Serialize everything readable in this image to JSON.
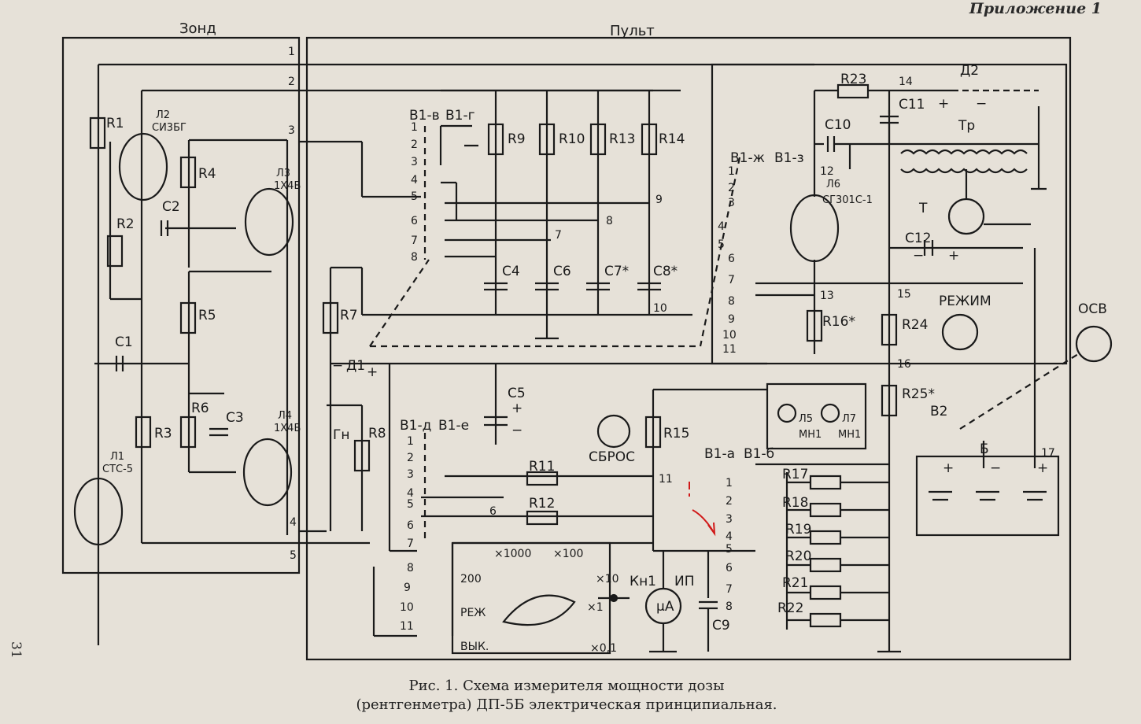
{
  "header": {
    "appendix": "Приложение 1",
    "page_number": "31"
  },
  "sections": {
    "probe": "Зонд",
    "console": "Пульт"
  },
  "caption": {
    "line1": "Рис. 1. Схема измерителя мощности дозы",
    "line2": "(рентгенметра) ДП-5Б электрическая принципиальная."
  },
  "tubes": {
    "l1": [
      "Л1",
      "СТС-5"
    ],
    "l2": [
      "Л2",
      "СИ3БГ"
    ],
    "l3": [
      "Л3",
      "1Х4Б"
    ],
    "l4": [
      "Л4",
      "1Х4Б"
    ],
    "l6": [
      "Л6",
      "СГ301С-1"
    ],
    "l5": [
      "Л5",
      "МН1"
    ],
    "l7": [
      "Л7",
      "МН1"
    ]
  },
  "resistors": [
    "R1",
    "R2",
    "R3",
    "R4",
    "R5",
    "R6",
    "R7",
    "R8",
    "R9",
    "R10",
    "R13",
    "R14",
    "R11",
    "R12",
    "R15",
    "R16*",
    "R17",
    "R18",
    "R19",
    "R20",
    "R21",
    "R22",
    "R23",
    "R24",
    "R25*"
  ],
  "capacitors": [
    "C1",
    "C2",
    "C3",
    "C4",
    "C5",
    "C6",
    "C7*",
    "C8*",
    "C9",
    "C10",
    "C11",
    "C12"
  ],
  "switch_labels": [
    "В1-в",
    "В1-г",
    "В1-ж",
    "В1-з",
    "В1-д",
    "В1-е",
    "В1-а",
    "В1-б",
    "В2"
  ],
  "other_labels": {
    "d1": "Д1",
    "d2": "Д2",
    "gn": "Гн",
    "tr": "Тр",
    "t": "Т",
    "kn1": "Кн1",
    "ip": "ИП",
    "ua": "μА",
    "reset": "СБРОС",
    "mode": "РЕЖИМ",
    "osv": "ОСВ",
    "b": "Б"
  },
  "dial": {
    "x1000": "×1000",
    "x100": "×100",
    "x10": "×10",
    "x1": "×1",
    "x0_1": "×0,1",
    "v200": "200",
    "rezh": "РЕЖ",
    "vyk": "ВЫК."
  },
  "pins": [
    "1",
    "2",
    "3",
    "4",
    "5",
    "6",
    "7",
    "8",
    "9",
    "10",
    "11"
  ],
  "nodes": [
    "1",
    "2",
    "3",
    "4",
    "5",
    "6",
    "7",
    "8",
    "9",
    "10",
    "11",
    "12",
    "13",
    "14",
    "15",
    "16",
    "17"
  ],
  "polarity": {
    "plus": "+",
    "minus": "−"
  },
  "colors": {
    "paper": "#e6e1d8",
    "ink": "#1a1a1a",
    "annotation": "#d01818"
  }
}
